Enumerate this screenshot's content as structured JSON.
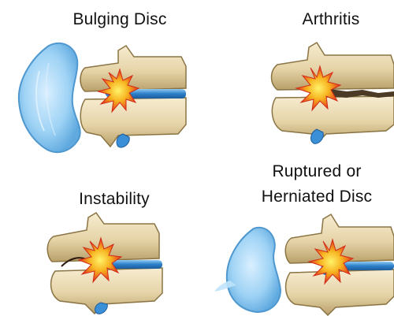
{
  "panels": [
    {
      "caption": "Bulging Disc"
    },
    {
      "caption": "Arthritis"
    },
    {
      "caption": "Instability"
    },
    {
      "caption_line1": "Ruptured or",
      "caption_line2": "Herniated Disc"
    }
  ],
  "colors": {
    "bone": "#eadbb5",
    "bone_shadow": "#b79c62",
    "disc": "#2f86cf",
    "cross_section": "#9fd3f5",
    "inflammation": "#f39a1a",
    "nerve_pain": "#e0261b"
  }
}
